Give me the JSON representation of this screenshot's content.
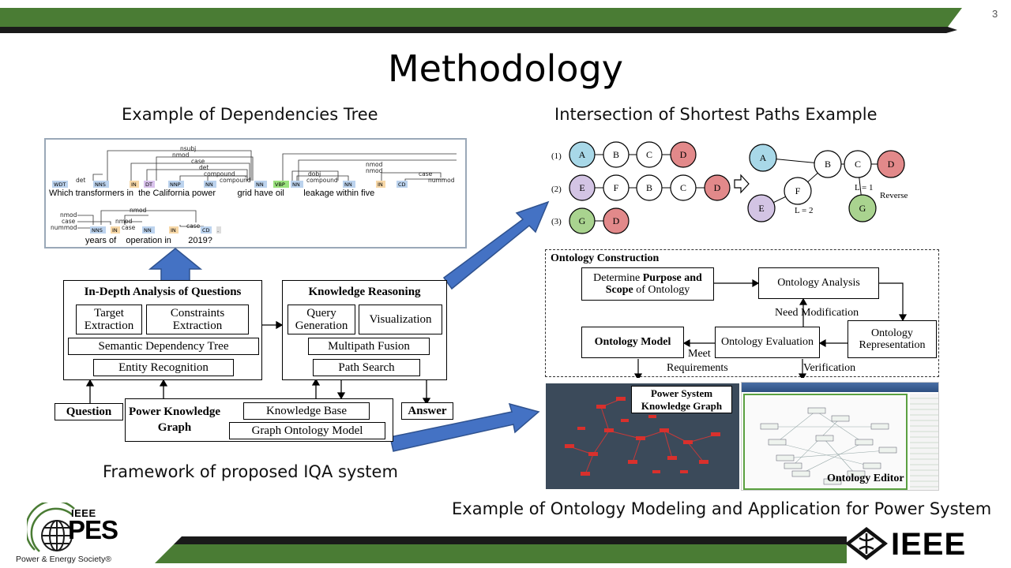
{
  "slide": {
    "page_number": "3",
    "title": "Methodology"
  },
  "captions": {
    "dependency_tree": "Example of Dependencies Tree",
    "shortest_paths": "Intersection of Shortest Paths Example",
    "framework": "Framework of proposed IQA system",
    "ontology_app": "Example of Ontology Modeling and Application for Power System"
  },
  "dependency": {
    "row1_words": [
      "Which",
      "transformers",
      "in",
      "the",
      "California",
      "power",
      "grid",
      "have",
      "oil",
      "leakage",
      "within",
      "five"
    ],
    "row1_tags": [
      "WDT",
      "NNS",
      "IN",
      "DT",
      "NNP",
      "NN",
      "NN",
      "VBP",
      "NN",
      "NN",
      "IN",
      "CD"
    ],
    "row1_arcs": [
      "nsubj",
      "nmod",
      "case",
      "det",
      "compound",
      "compound",
      "det",
      "dobj",
      "compound",
      "nmod",
      "nmod",
      "case",
      "nummod"
    ],
    "row2_words": [
      "years",
      "of",
      "operation",
      "in",
      "2019?"
    ],
    "row2_tags": [
      "NNS",
      "IN",
      "NN",
      "IN",
      "CD",
      "."
    ],
    "row2_arcs": [
      "nmod",
      "nmod",
      "case",
      "nummod",
      "case",
      "nmod",
      "case"
    ]
  },
  "paths": {
    "row_labels": [
      "(1)",
      "(2)",
      "(3)"
    ],
    "row1": [
      "A",
      "B",
      "C",
      "D"
    ],
    "row2": [
      "E",
      "F",
      "B",
      "C",
      "D"
    ],
    "row3": [
      "G",
      "D"
    ],
    "graph_nodes": [
      "A",
      "B",
      "C",
      "D",
      "E",
      "F",
      "G"
    ],
    "label_l1": "L = 1",
    "label_l2": "L = 2",
    "label_reverse": "Reverse",
    "colors": {
      "A": "#a8d8e8",
      "E": "#d3c4e4",
      "G": "#a9d38f",
      "D": "#e2898a",
      "plain": "#ffffff"
    }
  },
  "framework": {
    "analysis_title": "In-Depth Analysis of Questions",
    "target": "Target Extraction",
    "constraints": "Constraints Extraction",
    "sdt": "Semantic Dependency Tree",
    "entity": "Entity Recognition",
    "reasoning_title": "Knowledge Reasoning",
    "query": "Query Generation",
    "visualization": "Visualization",
    "fusion": "Multipath Fusion",
    "path_search": "Path Search",
    "question": "Question",
    "pkg": "Power Knowledge Graph",
    "kb": "Knowledge Base",
    "gom": "Graph Ontology Model",
    "answer": "Answer"
  },
  "ontology": {
    "title": "Ontology Construction",
    "determine_pre": "Determine ",
    "determine_bold1": "Purpose and",
    "determine_bold2": "Scope",
    "determine_post": " of Ontology",
    "analysis": "Ontology Analysis",
    "representation": "Ontology Representation",
    "evaluation": "Ontology Evaluation",
    "model": "Ontology Model",
    "need_mod": "Need Modification",
    "meet": "Meet",
    "requirements": "Requirements",
    "verification": "Verification"
  },
  "screens": {
    "pskg": "Power System Knowledge Graph",
    "editor": "Ontology Editor"
  },
  "logos": {
    "ieee_small": "IEEE",
    "pes": "PES",
    "society": "Power & Energy Society®",
    "ieee_big": "IEEE"
  },
  "theme": {
    "green": "#4a7c34",
    "arrow_blue": "#4472c4",
    "arrow_border": "#2f528f"
  }
}
